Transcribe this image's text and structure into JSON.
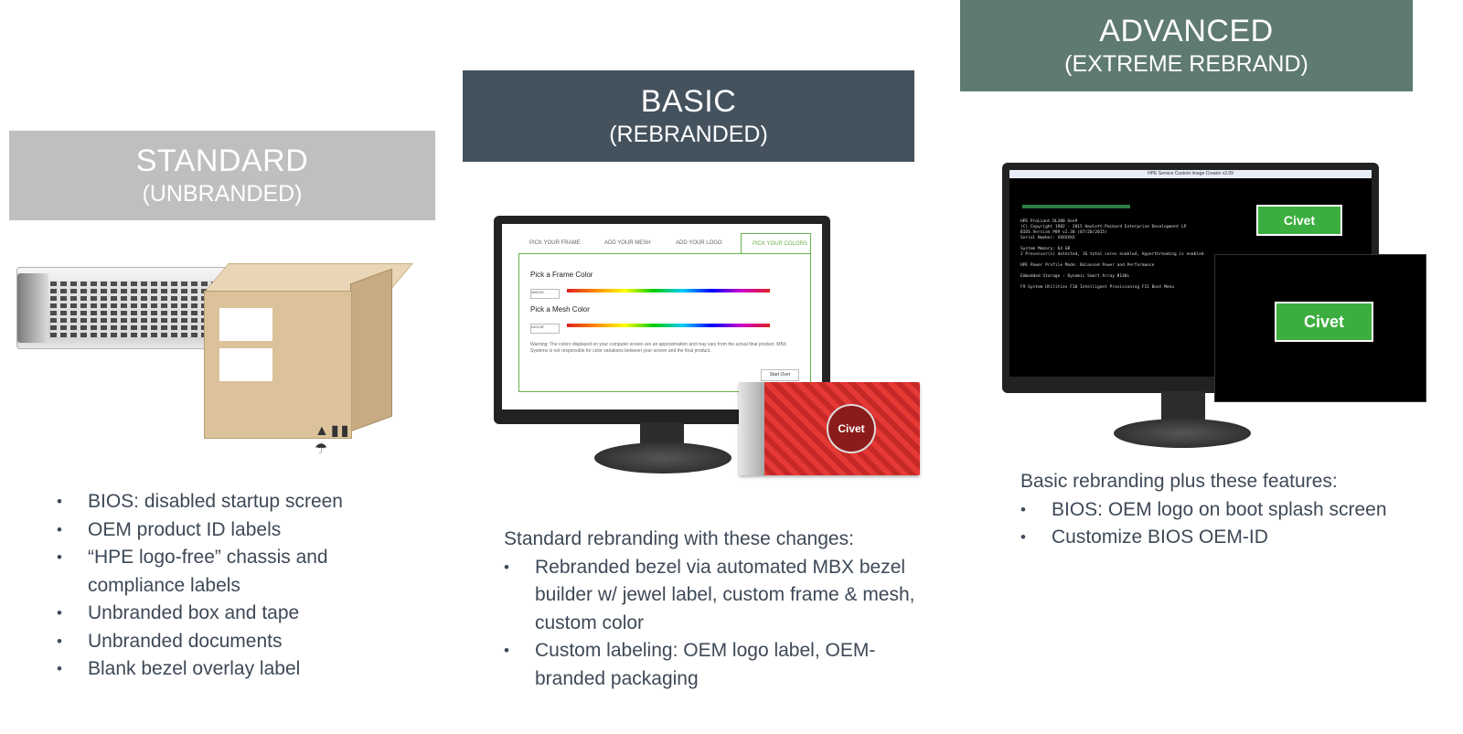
{
  "tiers": {
    "standard": {
      "title": "STANDARD",
      "subtitle": "(UNBRANDED)",
      "bullets": [
        "BIOS: disabled startup screen",
        "OEM product ID labels",
        "“HPE logo-free” chassis  and compliance labels",
        "Unbranded box and tape",
        "Unbranded documents",
        "Blank bezel overlay label"
      ]
    },
    "basic": {
      "title": "BASIC",
      "subtitle": "(REBRANDED)",
      "lead": "Standard rebranding with these changes:",
      "bullets": [
        "Rebranded bezel via automated MBX bezel builder w/ jewel label, custom frame & mesh, custom color",
        "Custom labeling: OEM logo label, OEM-branded packaging"
      ],
      "bezel_builder": {
        "tabs": [
          "PICK YOUR FRAME",
          "ADD YOUR MESH",
          "ADD YOUR LOGO",
          "PICK YOUR COLORS"
        ],
        "frame_label": "Pick a Frame Color",
        "frame_value": "#8622D",
        "mesh_label": "Pick a Mesh Color",
        "mesh_value": "#40C8F",
        "warning": "Warning: The colors displayed on your computer screen are an approximation and may vary from the actual final product. MBX Systems is not responsible for color variations between your screen and the final product.",
        "start_over": "Start Over",
        "jewel_text": "Civet"
      }
    },
    "advanced": {
      "title": "ADVANCED",
      "subtitle": "(EXTREME REBRAND)",
      "lead": "Basic rebranding plus these features:",
      "bullets": [
        "BIOS: OEM logo on boot splash screen",
        "Customize BIOS OEM-ID"
      ],
      "bios_screen": {
        "window_title": "HPE Service Custom Image Creator v2.09",
        "logo_text": "Civet",
        "lines": [
          "HPE ProLiant DL380 Gen9",
          "(C) Copyright 1982 - 2015 Hewlett-Packard Enterprise Development LP",
          "BIOS Version P89 v2.30 (07/20/2015)",
          "Serial Number: XXXXXXX",
          "",
          "System Memory: 64 GB",
          "2 Processor(s) detected, 16 total cores enabled, Hyperthreading is enabled",
          "",
          "HPE Power Profile Mode: Balanced Power and Performance",
          "",
          "Embedded Storage : Dynamic Smart Array B140i",
          "",
          "F9 System Utilities   F10 Intelligent Provisioning   F11 Boot Menu"
        ]
      }
    }
  }
}
